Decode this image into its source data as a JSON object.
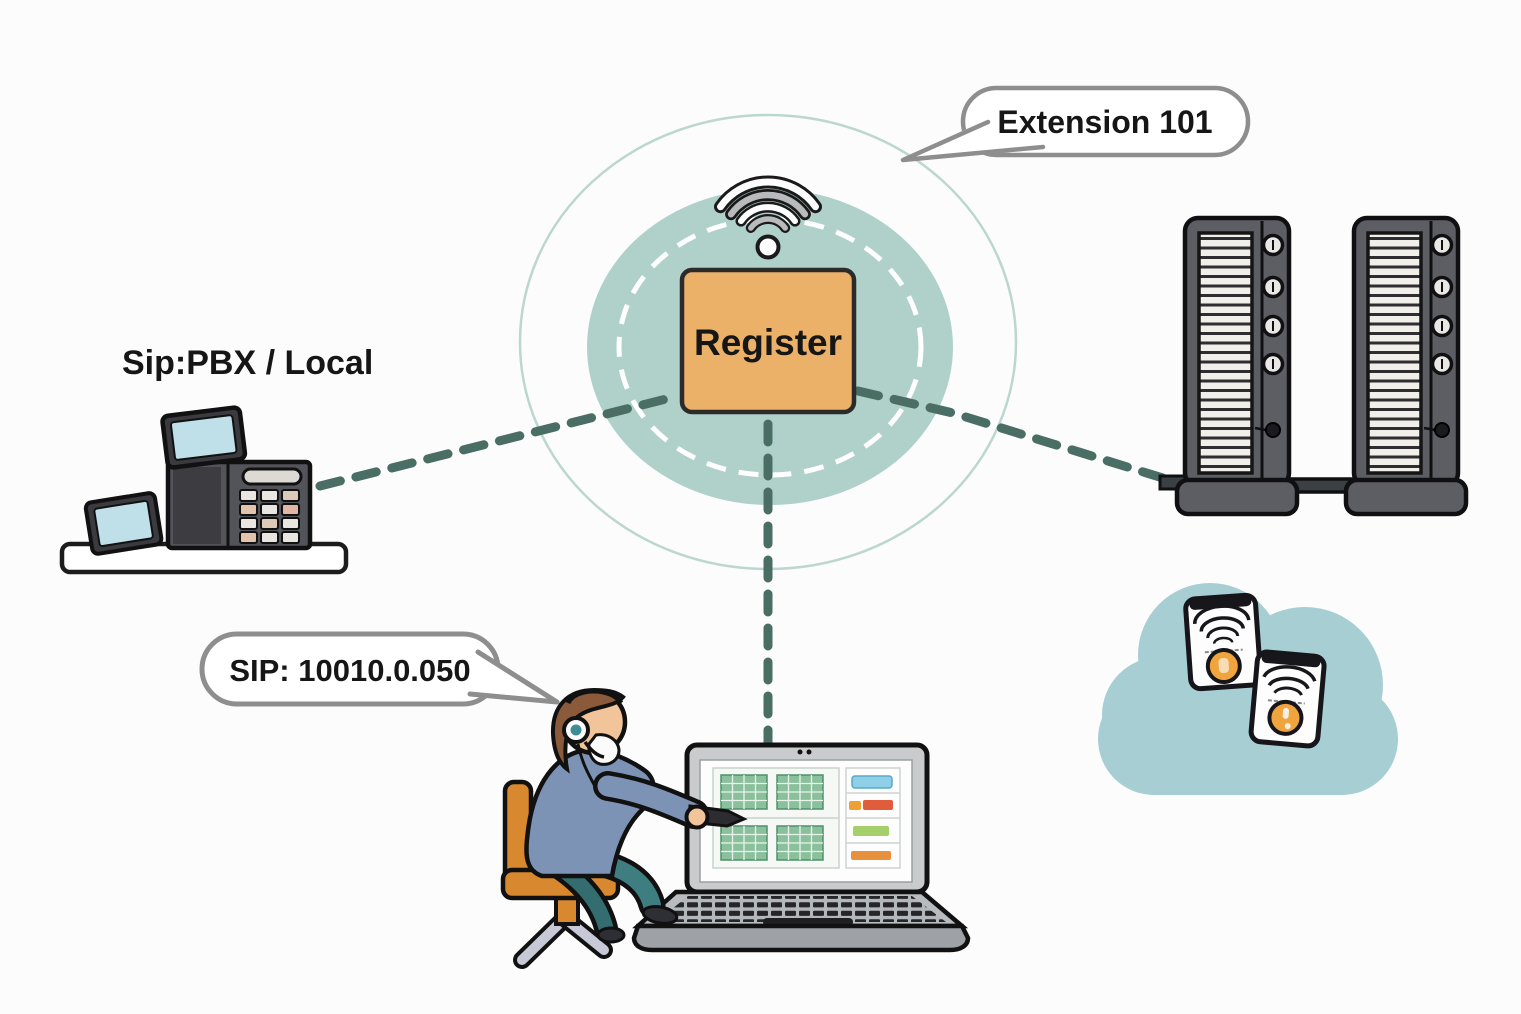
{
  "diagram": {
    "type": "voip-sip-registration-illustration",
    "hub": {
      "register_label": "Register",
      "wifi_icon": "wifi-signal"
    },
    "bubbles": {
      "extension": "Extension 101",
      "sip_address": "SIP: 10010.0.050"
    },
    "labels": {
      "pbx": "Sip:PBX / Local"
    },
    "colors": {
      "background": "#fcfcfc",
      "hub_fill": "#afd1ca",
      "hub_ring_stroke": "#bcd6d0",
      "hub_inner_dash": "#ffffff",
      "dashed_connector": "#4b6e64",
      "register_fill": "#ecb169",
      "register_border": "#2b2b2b",
      "speech_bubble_border": "#8e8e8e",
      "cloud_fill": "#a7ced3",
      "server_body": "#5d5e64",
      "accent_orange": "#f0a43e",
      "chair_orange": "#d8882f",
      "sweater_blue": "#7d93b5",
      "pants_teal": "#3e7d80",
      "screen_table_green": "#8ac09c",
      "device_screen_blue": "#bfdfe9"
    },
    "icons": [
      "wifi-icon",
      "desk-phone-icon",
      "server-rack-icon",
      "cloud-icon",
      "speaker-device-icon",
      "laptop-icon",
      "headset-icon",
      "speech-bubble",
      "stylus-icon"
    ]
  }
}
